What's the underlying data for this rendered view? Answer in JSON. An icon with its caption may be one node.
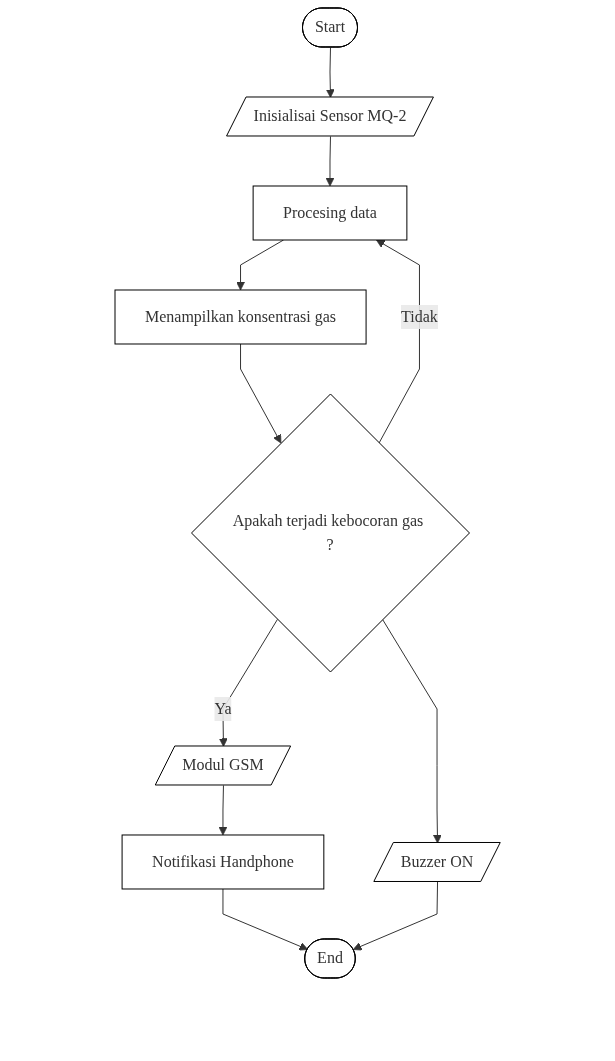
{
  "diagram": {
    "nodes": [
      {
        "text": [
          "Start"
        ]
      },
      {
        "text": [
          "Inisialisai Sensor MQ-2"
        ]
      },
      {
        "text": [
          "Procesing data"
        ]
      },
      {
        "text": [
          "Menampilkan konsentrasi gas"
        ]
      },
      {
        "text": [
          "Apakah terjadi kebocoran gas ?"
        ]
      },
      {
        "text": [
          "Modul GSM"
        ]
      },
      {
        "text": [
          "Buzzer ON"
        ]
      },
      {
        "text": [
          "Notifikasi Handphone"
        ]
      },
      {
        "text": [
          "End"
        ]
      }
    ],
    "edges": [
      {
        "from": 0,
        "to": 1,
        "arrow": "to"
      },
      {
        "from": 1,
        "to": 2,
        "arrow": "to"
      },
      {
        "from": 2,
        "to": 3,
        "arrow": "to"
      },
      {
        "from": 3,
        "to": 4,
        "arrow": "to"
      },
      {
        "from": 4,
        "to": 2,
        "arrow": "to",
        "label": "Tidak"
      },
      {
        "from": 4,
        "to": 5,
        "arrow": "to",
        "label": "Ya"
      },
      {
        "from": 4,
        "to": 6,
        "arrow": "to"
      },
      {
        "from": 5,
        "to": 7,
        "arrow": "to"
      },
      {
        "from": 7,
        "to": 8,
        "arrow": "to"
      },
      {
        "from": 6,
        "to": 8,
        "arrow": "to"
      }
    ]
  }
}
